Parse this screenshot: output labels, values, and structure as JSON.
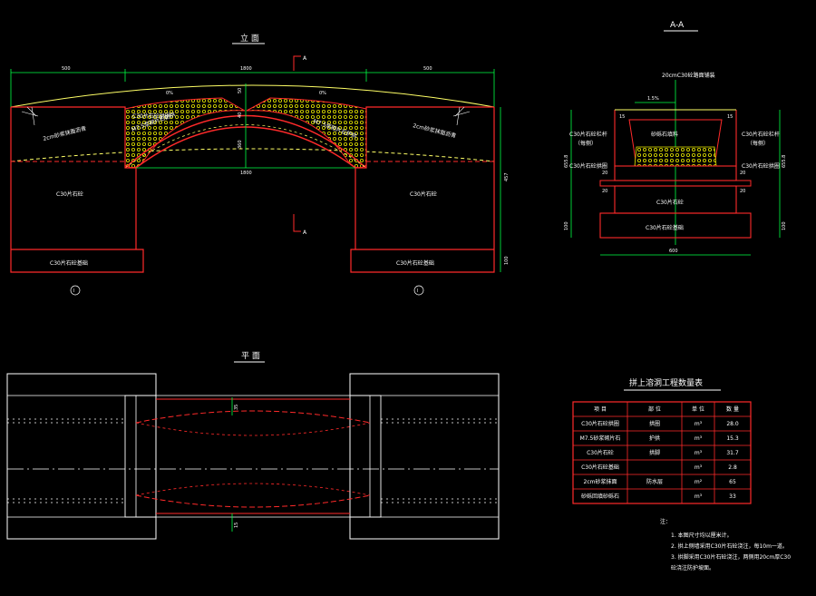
{
  "titles": {
    "elevation": "立 面",
    "section": "A-A",
    "plan": "平 面",
    "table": "拼上溶洞工程数量表"
  },
  "section_marks": {
    "top": "A",
    "bottom": "A"
  },
  "elevation": {
    "dims_top": [
      "500",
      "1800",
      "500"
    ],
    "dim_span": "1800",
    "dim_crown": "50",
    "dim_arch_thick": "40",
    "dim_rise": "360",
    "dim_right_a": "457",
    "dim_right_b": "100",
    "slope_left": "0%",
    "slope_right": "0%",
    "labels": {
      "crown_top": "C30片石砼拱圈",
      "fill_left": "M7.5浆砌片石护拱",
      "fill_right": "M7.5浆砌片石护拱",
      "deck_left": "2cm砂浆抹面沥青",
      "deck_right": "2cm砂浆抹面沥青",
      "abut_left": "C30片石砼",
      "abut_right": "C30片石砼",
      "footing_left": "C30片石砼基础",
      "footing_right": "C30片石砼基础"
    },
    "marks": [
      "Ⅰ",
      "Ⅰ"
    ]
  },
  "section": {
    "top_note": "20cmC30砼路面铺装",
    "slope": "1.5%",
    "dims": {
      "left_15": "15",
      "right_15": "15",
      "left_20": "20",
      "right_20": "20",
      "left_20b": "20",
      "right_20b": "20",
      "height_left": "655.8",
      "height_right": "655.8",
      "base_left": "100",
      "base_right": "100",
      "width": "600"
    },
    "labels": {
      "fill": "砂砾石填料",
      "left_wall": "C30片石砼栏杆",
      "left_wall_sub": "（每侧）",
      "right_wall": "C30片石砼栏杆",
      "right_wall_sub": "（每侧）",
      "left_arch": "C30片石砼拱圈",
      "right_arch": "C30片石砼拱圈",
      "abut": "C30片石砼",
      "footing": "C30片石砼基础"
    }
  },
  "plan": {
    "dim_top": "35",
    "dim_bottom": "15"
  },
  "table": {
    "headers": [
      "项 目",
      "部 位",
      "单 位",
      "数 量"
    ],
    "rows": [
      [
        "C30片石砼拱圈",
        "拱圈",
        "m³",
        "28.0"
      ],
      [
        "M7.5砂浆砌片石",
        "护拱",
        "m³",
        "15.3"
      ],
      [
        "C30片石砼",
        "拱脚",
        "m³",
        "31.7"
      ],
      [
        "C30片石砼基础",
        "",
        "m³",
        "2.8"
      ],
      [
        "2cm砂浆抹面",
        "防水层",
        "m²",
        "65"
      ],
      [
        "砂砾回填砂砾石",
        "",
        "m³",
        "33"
      ]
    ]
  },
  "notes": {
    "title": "注：",
    "items": [
      "1. 本图尺寸均以厘米计。",
      "2. 拱上侧墙采用C30片石砼浇注，每10m一道。",
      "3. 拱脚采用C30片石砼浇注，两侧用20cm厚C30",
      "砼浇注防护坡面。"
    ]
  },
  "colors": {
    "background": "#000000",
    "structure": "#ff2a2a",
    "dimension": "#00ff44",
    "text": "#ffffff",
    "dashed_lines": "#ffff66",
    "fill_hatch": "#e6e600",
    "leader": "#00c8ff"
  }
}
